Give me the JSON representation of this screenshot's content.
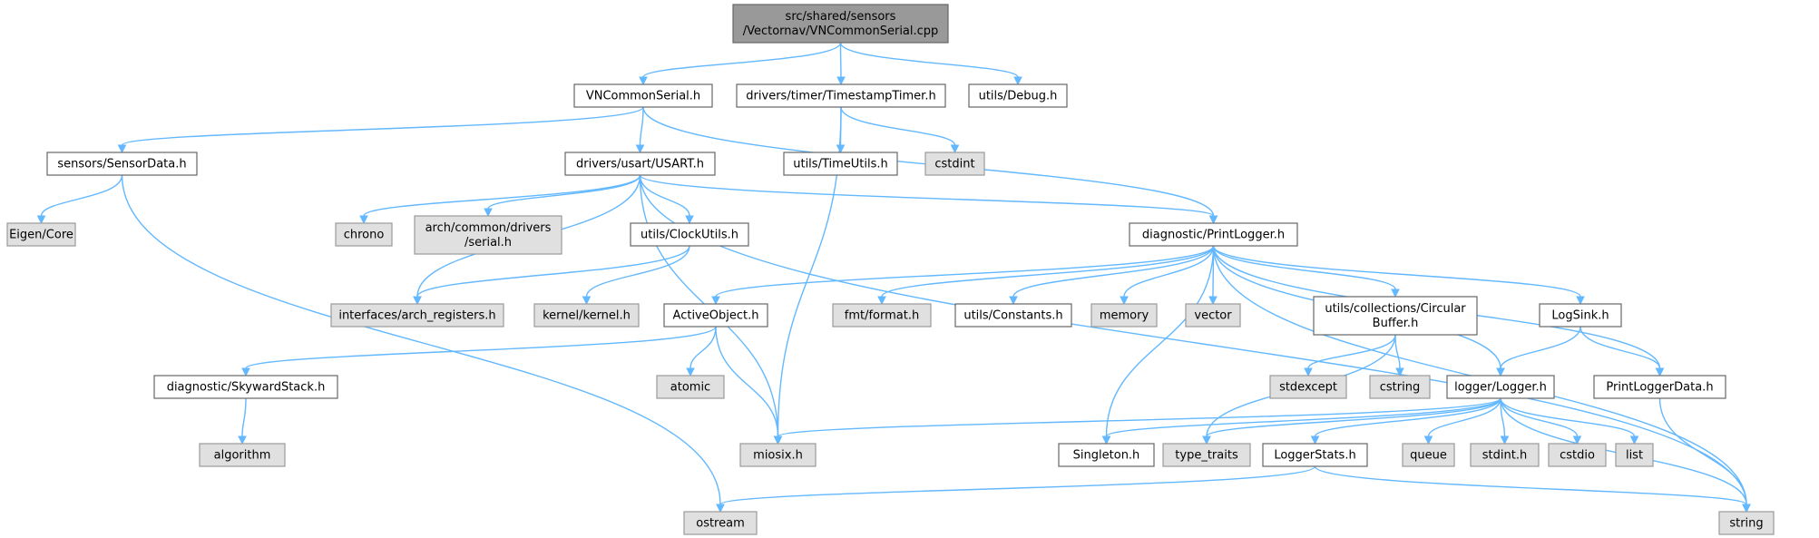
{
  "colors": {
    "background": "#ffffff",
    "edge": "#63b8ff",
    "node_border": "#666666",
    "node_fill": "#ffffff",
    "root_fill": "#999999",
    "external_fill": "#e0e0e0",
    "external_border": "#999999",
    "text": "#000000"
  },
  "nodes": [
    {
      "id": "root",
      "kind": "root",
      "lines": [
        "src/shared/sensors",
        "/Vectornav/VNCommonSerial.cpp"
      ]
    },
    {
      "id": "vncommonserial_h",
      "kind": "file",
      "lines": [
        "VNCommonSerial.h"
      ]
    },
    {
      "id": "timestamptimer_h",
      "kind": "file",
      "lines": [
        "drivers/timer/TimestampTimer.h"
      ]
    },
    {
      "id": "debug_h",
      "kind": "file",
      "lines": [
        "utils/Debug.h"
      ]
    },
    {
      "id": "sensordata_h",
      "kind": "file",
      "lines": [
        "sensors/SensorData.h"
      ]
    },
    {
      "id": "usart_h",
      "kind": "file",
      "lines": [
        "drivers/usart/USART.h"
      ]
    },
    {
      "id": "timeutils_h",
      "kind": "file",
      "lines": [
        "utils/TimeUtils.h"
      ]
    },
    {
      "id": "cstdint",
      "kind": "external",
      "lines": [
        "cstdint"
      ]
    },
    {
      "id": "eigen_core",
      "kind": "external",
      "lines": [
        "Eigen/Core"
      ]
    },
    {
      "id": "chrono",
      "kind": "external",
      "lines": [
        "chrono"
      ]
    },
    {
      "id": "arch_serial_h",
      "kind": "external",
      "lines": [
        "arch/common/drivers",
        "/serial.h"
      ]
    },
    {
      "id": "clockutils_h",
      "kind": "file",
      "lines": [
        "utils/ClockUtils.h"
      ]
    },
    {
      "id": "printlogger_h",
      "kind": "file",
      "lines": [
        "diagnostic/PrintLogger.h"
      ]
    },
    {
      "id": "arch_registers_h",
      "kind": "external",
      "lines": [
        "interfaces/arch_registers.h"
      ]
    },
    {
      "id": "kernel_h",
      "kind": "external",
      "lines": [
        "kernel/kernel.h"
      ]
    },
    {
      "id": "activeobject_h",
      "kind": "file",
      "lines": [
        "ActiveObject.h"
      ]
    },
    {
      "id": "fmt_format_h",
      "kind": "external",
      "lines": [
        "fmt/format.h"
      ]
    },
    {
      "id": "constants_h",
      "kind": "file",
      "lines": [
        "utils/Constants.h"
      ]
    },
    {
      "id": "memory",
      "kind": "external",
      "lines": [
        "memory"
      ]
    },
    {
      "id": "vector",
      "kind": "external",
      "lines": [
        "vector"
      ]
    },
    {
      "id": "circularbuffer_h",
      "kind": "file",
      "lines": [
        "utils/collections/Circular",
        "Buffer.h"
      ]
    },
    {
      "id": "logsink_h",
      "kind": "file",
      "lines": [
        "LogSink.h"
      ]
    },
    {
      "id": "atomic",
      "kind": "external",
      "lines": [
        "atomic"
      ]
    },
    {
      "id": "skywardstack_h",
      "kind": "file",
      "lines": [
        "diagnostic/SkywardStack.h"
      ]
    },
    {
      "id": "stdexcept",
      "kind": "external",
      "lines": [
        "stdexcept"
      ]
    },
    {
      "id": "cstring",
      "kind": "external",
      "lines": [
        "cstring"
      ]
    },
    {
      "id": "logger_h",
      "kind": "file",
      "lines": [
        "logger/Logger.h"
      ]
    },
    {
      "id": "printloggerdata_h",
      "kind": "file",
      "lines": [
        "PrintLoggerData.h"
      ]
    },
    {
      "id": "algorithm",
      "kind": "external",
      "lines": [
        "algorithm"
      ]
    },
    {
      "id": "miosix_h",
      "kind": "external",
      "lines": [
        "miosix.h"
      ]
    },
    {
      "id": "singleton_h",
      "kind": "file",
      "lines": [
        "Singleton.h"
      ]
    },
    {
      "id": "type_traits",
      "kind": "external",
      "lines": [
        "type_traits"
      ]
    },
    {
      "id": "loggerstats_h",
      "kind": "file",
      "lines": [
        "LoggerStats.h"
      ]
    },
    {
      "id": "queue",
      "kind": "external",
      "lines": [
        "queue"
      ]
    },
    {
      "id": "stdint_h",
      "kind": "external",
      "lines": [
        "stdint.h"
      ]
    },
    {
      "id": "cstdio",
      "kind": "external",
      "lines": [
        "cstdio"
      ]
    },
    {
      "id": "list",
      "kind": "external",
      "lines": [
        "list"
      ]
    },
    {
      "id": "ostream",
      "kind": "external",
      "lines": [
        "ostream"
      ]
    },
    {
      "id": "string",
      "kind": "external",
      "lines": [
        "string"
      ]
    }
  ],
  "edges": [
    [
      "root",
      "vncommonserial_h"
    ],
    [
      "root",
      "timestamptimer_h"
    ],
    [
      "root",
      "debug_h"
    ],
    [
      "vncommonserial_h",
      "sensordata_h"
    ],
    [
      "vncommonserial_h",
      "usart_h"
    ],
    [
      "vncommonserial_h",
      "printlogger_h"
    ],
    [
      "timestamptimer_h",
      "timeutils_h"
    ],
    [
      "timestamptimer_h",
      "cstdint"
    ],
    [
      "timestamptimer_h",
      "miosix_h"
    ],
    [
      "sensordata_h",
      "eigen_core"
    ],
    [
      "sensordata_h",
      "ostream"
    ],
    [
      "usart_h",
      "chrono"
    ],
    [
      "usart_h",
      "arch_serial_h"
    ],
    [
      "usart_h",
      "clockutils_h"
    ],
    [
      "usart_h",
      "arch_registers_h"
    ],
    [
      "usart_h",
      "miosix_h"
    ],
    [
      "usart_h",
      "printlogger_h"
    ],
    [
      "usart_h",
      "string"
    ],
    [
      "clockutils_h",
      "arch_registers_h"
    ],
    [
      "clockutils_h",
      "kernel_h"
    ],
    [
      "printlogger_h",
      "activeobject_h"
    ],
    [
      "printlogger_h",
      "fmt_format_h"
    ],
    [
      "printlogger_h",
      "constants_h"
    ],
    [
      "printlogger_h",
      "memory"
    ],
    [
      "printlogger_h",
      "vector"
    ],
    [
      "printlogger_h",
      "circularbuffer_h"
    ],
    [
      "printlogger_h",
      "logsink_h"
    ],
    [
      "printlogger_h",
      "logger_h"
    ],
    [
      "printlogger_h",
      "printloggerdata_h"
    ],
    [
      "printlogger_h",
      "singleton_h"
    ],
    [
      "printlogger_h",
      "string"
    ],
    [
      "activeobject_h",
      "skywardstack_h"
    ],
    [
      "activeobject_h",
      "atomic"
    ],
    [
      "activeobject_h",
      "miosix_h"
    ],
    [
      "skywardstack_h",
      "algorithm"
    ],
    [
      "circularbuffer_h",
      "stdexcept"
    ],
    [
      "circularbuffer_h",
      "cstring"
    ],
    [
      "circularbuffer_h",
      "type_traits"
    ],
    [
      "logsink_h",
      "logger_h"
    ],
    [
      "logsink_h",
      "printloggerdata_h"
    ],
    [
      "printloggerdata_h",
      "string"
    ],
    [
      "logger_h",
      "miosix_h"
    ],
    [
      "logger_h",
      "singleton_h"
    ],
    [
      "logger_h",
      "type_traits"
    ],
    [
      "logger_h",
      "loggerstats_h"
    ],
    [
      "logger_h",
      "queue"
    ],
    [
      "logger_h",
      "stdint_h"
    ],
    [
      "logger_h",
      "cstdio"
    ],
    [
      "logger_h",
      "list"
    ],
    [
      "logger_h",
      "string"
    ],
    [
      "loggerstats_h",
      "ostream"
    ],
    [
      "loggerstats_h",
      "string"
    ]
  ]
}
